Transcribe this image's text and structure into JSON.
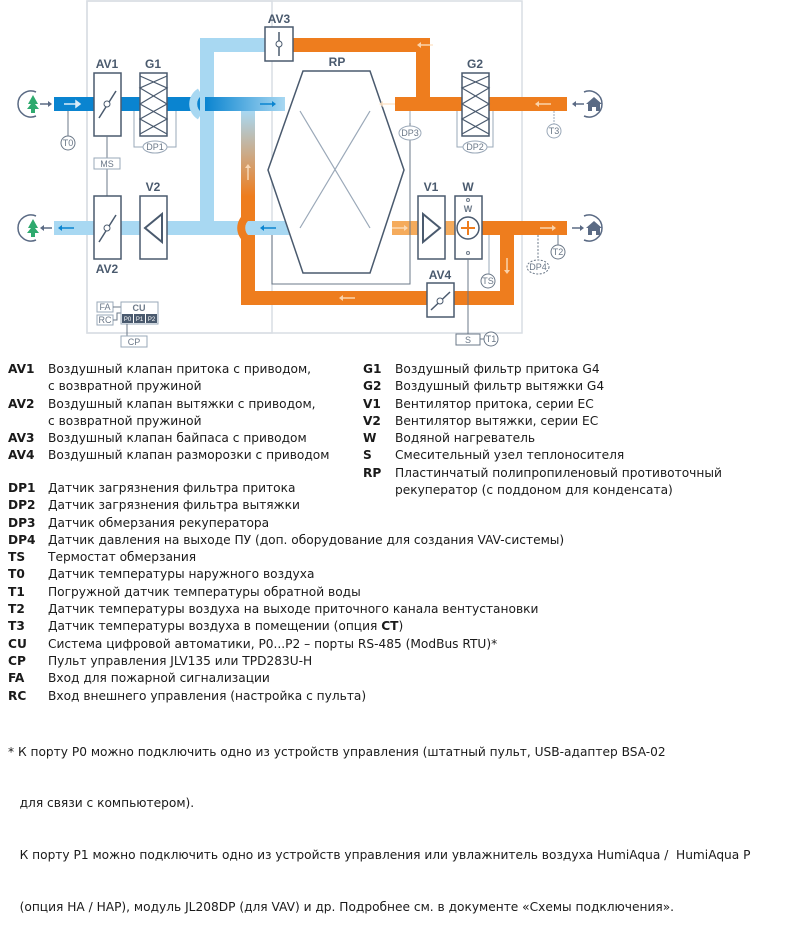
{
  "colors": {
    "supply_cold": "#0a84d0",
    "supply_light": "#a8d8f2",
    "exhaust_hot": "#ee7d1e",
    "exhaust_light": "#f5ab5c",
    "line": "#4a5a6e",
    "frame": "#d9dee4",
    "tree": "#2eaa6e"
  },
  "diagram": {
    "labels": {
      "av1": "AV1",
      "av2": "AV2",
      "av3": "AV3",
      "av4": "AV4",
      "g1": "G1",
      "g2": "G2",
      "rp": "RP",
      "v1": "V1",
      "v2": "V2",
      "w": "W",
      "w_inner": "W",
      "ms": "MS",
      "t0": "T0",
      "t1": "T1",
      "t2": "T2",
      "t3": "T3",
      "dp1": "DP1",
      "dp2": "DP2",
      "dp3": "DP3",
      "dp4": "DP4",
      "ts": "TS",
      "s": "S",
      "cu": "CU",
      "cp": "CP",
      "fa": "FA",
      "rc": "RC",
      "p0": "P0",
      "p1": "P1",
      "p2": "P2"
    },
    "icons": {
      "outdoor_in": "tree-icon",
      "outdoor_out": "tree-icon",
      "room_out": "house-icon",
      "room_in": "house-icon"
    }
  },
  "legend_left_top": [
    {
      "code": "AV1",
      "text": "Воздушный клапан притока с приводом,",
      "cont": "с возвратной пружиной"
    },
    {
      "code": "AV2",
      "text": "Воздушный клапан вытяжки с приводом,",
      "cont": "с возвратной пружиной"
    },
    {
      "code": "AV3",
      "text": "Воздушный клапан байпаса с приводом"
    },
    {
      "code": "AV4",
      "text": "Воздушный клапан разморозки с приводом"
    }
  ],
  "legend_right_top": [
    {
      "code": "G1",
      "text": "Воздушный фильтр притока G4"
    },
    {
      "code": "G2",
      "text": "Воздушный фильтр вытяжки G4"
    },
    {
      "code": "V1",
      "text": "Вентилятор притока, серии ЕС"
    },
    {
      "code": "V2",
      "text": "Вентилятор вытяжки, серии ЕС"
    },
    {
      "code": "W",
      "text": "Водяной нагреватель"
    },
    {
      "code": "S",
      "text": "Смесительный узел теплоносителя"
    },
    {
      "code": "RP",
      "text": "Пластинчатый полипропиленовый противоточный",
      "cont": "рекуператор (с поддоном для конденсата)"
    }
  ],
  "legend_bottom": [
    {
      "code": "DP1",
      "text": "Датчик загрязнения фильтра притока"
    },
    {
      "code": "DP2",
      "text": "Датчик загрязнения фильтра вытяжки"
    },
    {
      "code": "DP3",
      "text": "Датчик обмерзания рекуператора"
    },
    {
      "code": "DP4",
      "text": "Датчик давления на выходе ПУ (доп. оборудование для создания VAV-системы)"
    },
    {
      "code": "TS",
      "text": "Термостат обмерзания"
    },
    {
      "code": "T0",
      "text": "Датчик температуры наружного воздуха"
    },
    {
      "code": "T1",
      "text": "Погружной датчик температуры обратной воды"
    },
    {
      "code": "T2",
      "text": "Датчик температуры воздуха на выходе приточного канала вентустановки"
    },
    {
      "code": "T3",
      "text": "Датчик температуры воздуха в помещении (опция ",
      "bold_suffix": "CT",
      "suffix": ")"
    },
    {
      "code": "CU",
      "text": "Система цифровой автоматики, P0...P2 – порты RS-485 (ModBus RTU)*"
    },
    {
      "code": "CP",
      "text": "Пульт управления JLV135 или TPD283U-H"
    },
    {
      "code": "FA",
      "text": "Вход для пожарной сигнализации"
    },
    {
      "code": "RC",
      "text": "Вход внешнего управления (настройка с пульта)"
    }
  ],
  "footnote": {
    "line1": "* К порту P0 можно подключить одно из устройств управления (штатный пульт, USB-адаптер BSA-02",
    "line2": "   для связи с компьютером).",
    "line3": "   К порту P1 можно подключить одно из устройств управления или увлажнитель воздуха HumiAqua /  HumiAqua P",
    "line4": "   (опция HA / HAP), модуль JL208DP (для VAV) и др. Подробнее см. в документе «Схемы подключения»."
  }
}
